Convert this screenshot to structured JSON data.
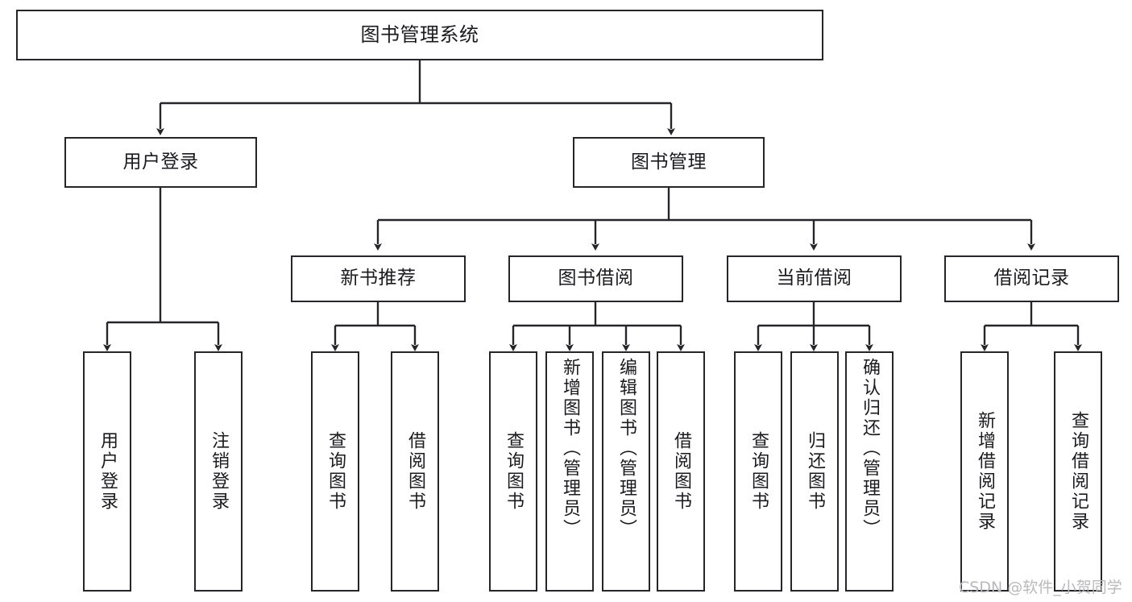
{
  "diagram": {
    "title": "图书管理系统",
    "type": "tree-hierarchy-chart",
    "colors": {
      "box_border": "#26262a",
      "box_fill": "#ffffff",
      "connector": "#26262a",
      "text": "#1b1b1f",
      "watermark": "#b9b9bc",
      "background": "#ffffff"
    }
  },
  "nodes": {
    "root": {
      "label": "图书管理系统"
    },
    "level2": [
      {
        "label": "用户登录"
      },
      {
        "label": "图书管理"
      }
    ],
    "level3": [
      {
        "label": "新书推荐"
      },
      {
        "label": "图书借阅"
      },
      {
        "label": "当前借阅"
      },
      {
        "label": "借阅记录"
      }
    ],
    "leaves_user_login": [
      {
        "label": "用户登录"
      },
      {
        "label": "注销登录"
      }
    ],
    "leaves_new_book": [
      {
        "label": "查询图书"
      },
      {
        "label": "借阅图书"
      }
    ],
    "leaves_borrow": [
      {
        "label": "查询图书"
      },
      {
        "label": "新增图书（管理员）"
      },
      {
        "label": "编辑图书（管理员）"
      },
      {
        "label": "借阅图书"
      }
    ],
    "leaves_current": [
      {
        "label": "查询图书"
      },
      {
        "label": "归还图书"
      },
      {
        "label": "确认归还（管理员）"
      }
    ],
    "leaves_record": [
      {
        "label": "新增借阅记录"
      },
      {
        "label": "查询借阅记录"
      }
    ]
  },
  "watermark": {
    "text": "CSDN @软件_小贺同学"
  }
}
